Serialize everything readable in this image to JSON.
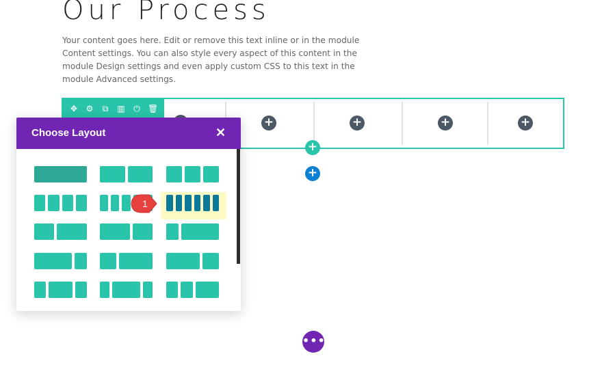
{
  "page": {
    "heading": "Our Process",
    "body_lines": [
      "Your content goes here. Edit or remove this text inline or in the module",
      "Content settings. You can also style every aspect of this content in the",
      "module Design settings and even apply custom CSS to this text in the",
      "module Advanced settings."
    ]
  },
  "colors": {
    "teal": "#29c4a9",
    "purple": "#7026b2",
    "dark_plus": "#4c5866",
    "blue_plus": "#0c7fd2",
    "selected_layout": "#0b7a99",
    "highlight": "#fdfbc4",
    "callout_red": "#e8403f"
  },
  "toolbar": {
    "icons": [
      "move-icon",
      "settings-icon",
      "duplicate-icon",
      "columns-icon",
      "save-icon",
      "delete-icon"
    ]
  },
  "row": {
    "add_module_label": "+",
    "add_row_label": "+",
    "add_section_label": "+"
  },
  "modal": {
    "title": "Choose Layout",
    "close_label": "✕",
    "layouts": [
      [
        1
      ],
      [
        1,
        1
      ],
      [
        1,
        1,
        1
      ],
      [
        1,
        1,
        1,
        1
      ],
      [
        1,
        1,
        1,
        1,
        1
      ],
      [
        1,
        1,
        1,
        1,
        1,
        1
      ],
      [
        2,
        3
      ],
      [
        3,
        2
      ],
      [
        1,
        3
      ],
      [
        3,
        1
      ],
      [
        1,
        2
      ],
      [
        2,
        1
      ],
      [
        1,
        2,
        1
      ],
      [
        1,
        3,
        1
      ],
      [
        1,
        1,
        2
      ]
    ],
    "selected_index": 5
  },
  "callout": {
    "number": "1"
  },
  "fab": {
    "label": "•••"
  }
}
